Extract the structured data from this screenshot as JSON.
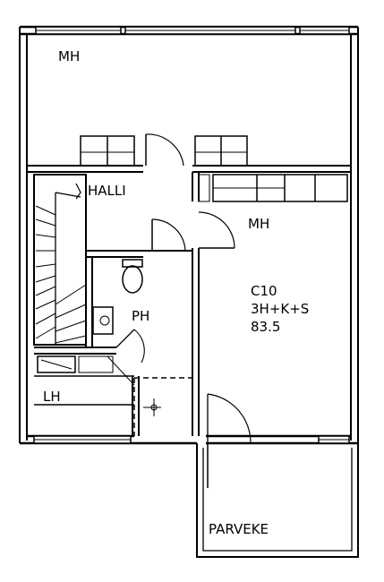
{
  "plan": {
    "rooms": {
      "mh_top": "MH",
      "halli": "HALLI",
      "mh_right": "MH",
      "ph": "PH",
      "lh": "LH",
      "parveke": "PARVEKE"
    },
    "unit": {
      "code": "C10",
      "type": "3H+K+S",
      "area": "83.5"
    }
  }
}
